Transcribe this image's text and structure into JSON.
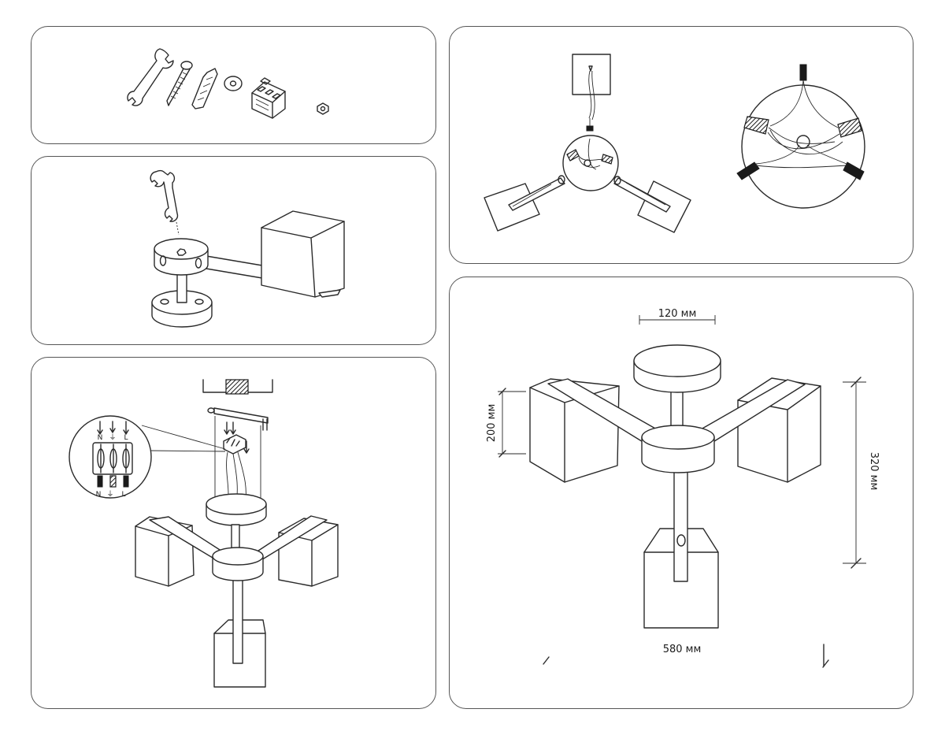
{
  "panels": {
    "parts": {},
    "mounting": {},
    "wiring_connection": {
      "terminal_top": [
        "N",
        "⏚",
        "L"
      ],
      "terminal_bottom": [
        "N",
        "⏚",
        "L"
      ]
    },
    "wire_routing": {},
    "dimensions": {
      "width_top": "120 мм",
      "height_left": "200 мм",
      "height_right": "320 мм",
      "width_bottom": "580 мм"
    }
  }
}
